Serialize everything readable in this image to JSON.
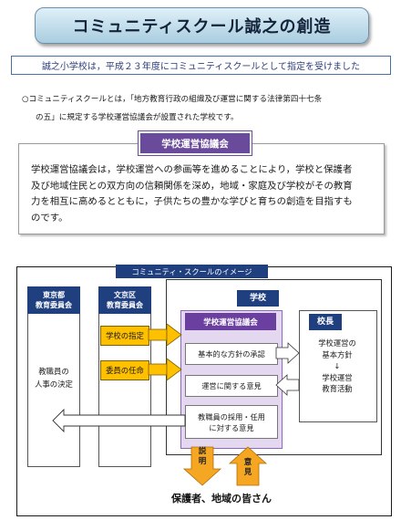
{
  "title": "コミュニティスクール誠之の創造",
  "notice": "誠之小学校は，平成２３年度にコミュニティスクールとして指定を受けました",
  "definition": {
    "line1": "○コミュニティスクールとは，「地方教育行政の組織及び運営に関する法律第四十七条",
    "line2": "の五」に規定する学校運営協議会が設置された学校です。"
  },
  "council": {
    "heading": "学校運営協議会",
    "description": [
      "学校運営協議会は，学校運営への参画等を進めることにより，学校と保護者",
      "及び地域住民との双方向の信頼関係を深め，地域・家庭及び学校がその教育",
      "力を相互に高めるとともに，子供たちの豊かな学びと育ちの創造を目指すも",
      "のです。"
    ]
  },
  "diagram": {
    "title": "コミュニティ・スクールのイメージ",
    "tokyo": {
      "heading": [
        "東京都",
        "教育委員会"
      ],
      "body": [
        "教職員の",
        "人事の決定"
      ]
    },
    "bunkyo": {
      "heading": [
        "文京区",
        "教育委員会"
      ],
      "btn_appoint": "学校の指定",
      "btn_assign": "委員の任命"
    },
    "school": {
      "heading": "学校",
      "council_heading": "学校運営協議会",
      "item_basic": "基本的な方針の承認",
      "item_ops": "運営に関する意見",
      "item_hr": [
        "教職員の採用・任用",
        "に対する意見"
      ]
    },
    "principal": {
      "heading": "校長",
      "body": [
        "学校運営の",
        "基本方針",
        "↓",
        "学校運営",
        "教育活動"
      ]
    },
    "explain": [
      "説",
      "明"
    ],
    "opinion": [
      "意",
      "見"
    ],
    "public": "保護者、地域の皆さん"
  },
  "colors": {
    "banner_top": "#dff0f8",
    "banner_bottom": "#a9cde0",
    "navy": "#1f3f7f",
    "purple": "#6a3fa0",
    "lavender": "#e4d8f0",
    "yellow": "#ffc000",
    "orange": "#f5a623"
  }
}
